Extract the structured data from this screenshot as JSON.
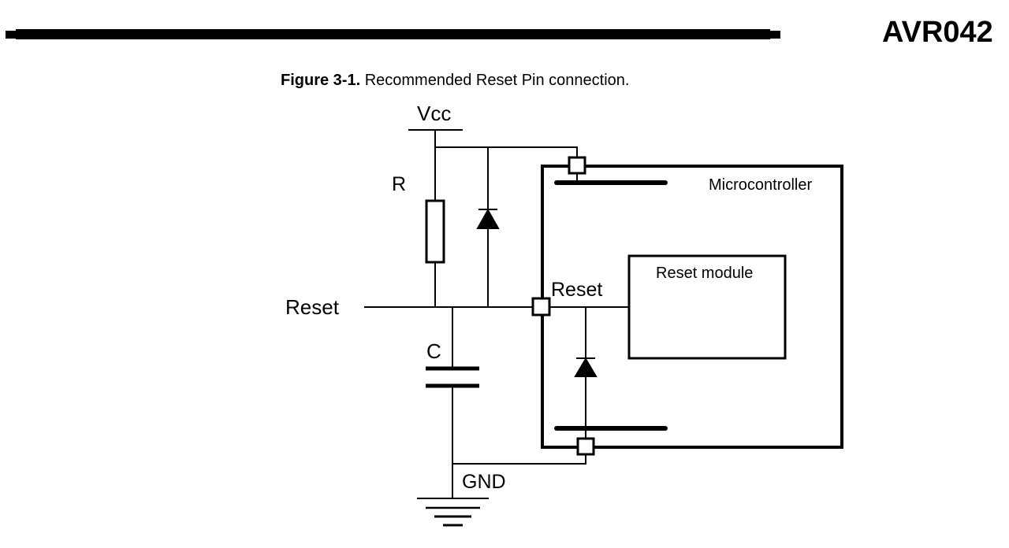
{
  "header": {
    "document_id": "AVR042"
  },
  "figure": {
    "number": "Figure 3-1.",
    "caption": "Recommended Reset Pin connection."
  },
  "schematic": {
    "labels": {
      "vcc": "Vcc",
      "resistor": "R",
      "capacitor": "C",
      "reset_external": "Reset",
      "reset_pin": "Reset",
      "gnd": "GND",
      "microcontroller": "Microcontroller",
      "reset_module": "Reset module"
    },
    "components": [
      {
        "type": "resistor",
        "label": "R",
        "between": [
          "Vcc",
          "Reset"
        ]
      },
      {
        "type": "diode",
        "between": [
          "Reset",
          "Vcc"
        ],
        "location": "external"
      },
      {
        "type": "capacitor",
        "label": "C",
        "between": [
          "Reset",
          "GND"
        ]
      },
      {
        "type": "diode",
        "between": [
          "GND",
          "Reset"
        ],
        "location": "internal"
      },
      {
        "type": "block",
        "label": "Reset module"
      },
      {
        "type": "block",
        "label": "Microcontroller"
      }
    ]
  }
}
